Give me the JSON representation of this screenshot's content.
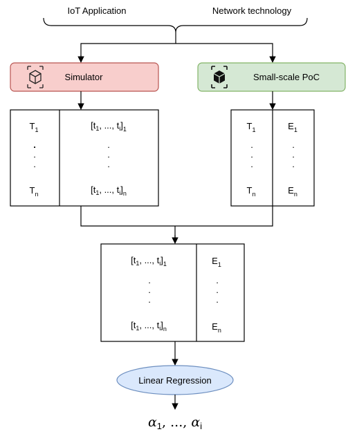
{
  "inputs": {
    "left": "IoT Application",
    "right": "Network technology"
  },
  "simulator": {
    "label": "Simulator",
    "fill": "#f8cecc",
    "stroke": "#b85450"
  },
  "poc": {
    "label": "Small-scale PoC",
    "fill": "#d5e8d4",
    "stroke": "#82b366"
  },
  "sim_table": {
    "col1": {
      "top": "T",
      "top_sub": "1",
      "bottom": "T",
      "bottom_sub": "n"
    },
    "col2": {
      "top_a": "[t",
      "top_a_sub": "1",
      "top_b": ", ..., t",
      "top_b_sub": "i",
      "top_c": "]",
      "top_c_sub": "1",
      "bottom_a": "[t",
      "bottom_a_sub": "1",
      "bottom_b": ", ..., t",
      "bottom_b_sub": "i",
      "bottom_c": "]",
      "bottom_c_sub": "n"
    },
    "dots": "."
  },
  "poc_table": {
    "col1": {
      "top": "T",
      "top_sub": "1",
      "bottom": "T",
      "bottom_sub": "n"
    },
    "col2": {
      "top": "E",
      "top_sub": "1",
      "bottom": "E",
      "bottom_sub": "n"
    },
    "dots": "."
  },
  "merged_table": {
    "col1": {
      "top_a": "[t",
      "top_a_sub": "1",
      "top_b": ", ..., t",
      "top_b_sub": "i",
      "top_c": "]",
      "top_c_sub": "1",
      "bottom_a": "[t",
      "bottom_a_sub": "1",
      "bottom_b": ", ..., t",
      "bottom_b_sub": "i",
      "bottom_c": "]",
      "bottom_c_sub": "n"
    },
    "col2": {
      "top": "E",
      "top_sub": "1",
      "bottom": "E",
      "bottom_sub": "n"
    },
    "dots": "."
  },
  "regression": {
    "label": "Linear Regression",
    "fill": "#dae8fc",
    "stroke": "#6c8ebf"
  },
  "output": {
    "a": "α",
    "a_sub": "1",
    "sep": ", ..., ",
    "b": "α",
    "b_sub": "i"
  }
}
